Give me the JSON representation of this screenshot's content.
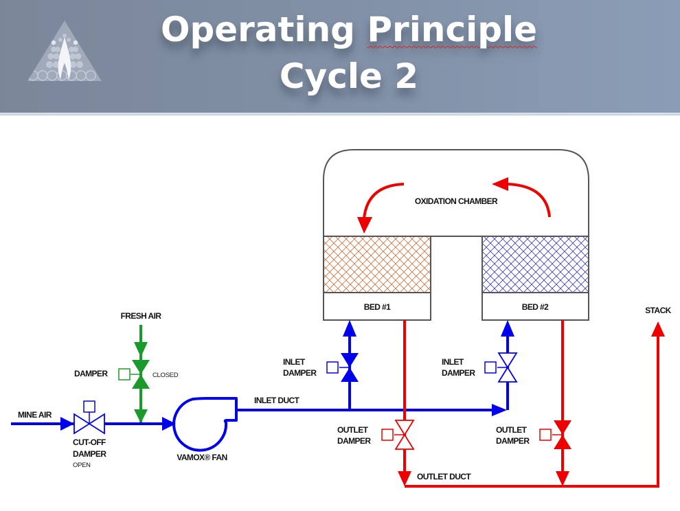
{
  "slide": {
    "title_line1_word1": "Operating",
    "title_line1_word2": "Principle",
    "title_line2": "Cycle 2",
    "logo": "flame-pyramid-logo-icon"
  },
  "diagram": {
    "chamber_label": "OXIDATION CHAMBER",
    "bed1_label": "BED #1",
    "bed2_label": "BED #2",
    "fresh_air_label": "FRESH AIR",
    "damper_label": "DAMPER",
    "damper_state": "CLOSED",
    "mine_air_label": "MINE AIR",
    "cutoff_label_line1": "CUT-OFF",
    "cutoff_label_line2": "DAMPER",
    "cutoff_state": "OPEN",
    "fan_label": "VAMOX® FAN",
    "inlet_duct_label": "INLET DUCT",
    "inlet_damper1_line1": "INLET",
    "inlet_damper1_line2": "DAMPER",
    "inlet_damper2_line1": "INLET",
    "inlet_damper2_line2": "DAMPER",
    "outlet_damper1_line1": "OUTLET",
    "outlet_damper1_line2": "DAMPER",
    "outlet_damper2_line1": "OUTLET",
    "outlet_damper2_line2": "DAMPER",
    "outlet_duct_label": "OUTLET DUCT",
    "stack_label": "STACK",
    "colors": {
      "inlet_flow": "#0000ee",
      "outlet_flow": "#ee0000",
      "fresh_air": "#1a9a2a",
      "bed1_hatch": "#d0703a",
      "bed2_hatch": "#3a3ab8",
      "outline": "#555555"
    },
    "valve_states": {
      "fresh_air_damper": "closed",
      "cutoff_damper": "open",
      "inlet_damper_bed1": "closed",
      "inlet_damper_bed2": "open",
      "outlet_damper_bed1": "open",
      "outlet_damper_bed2": "closed"
    }
  }
}
